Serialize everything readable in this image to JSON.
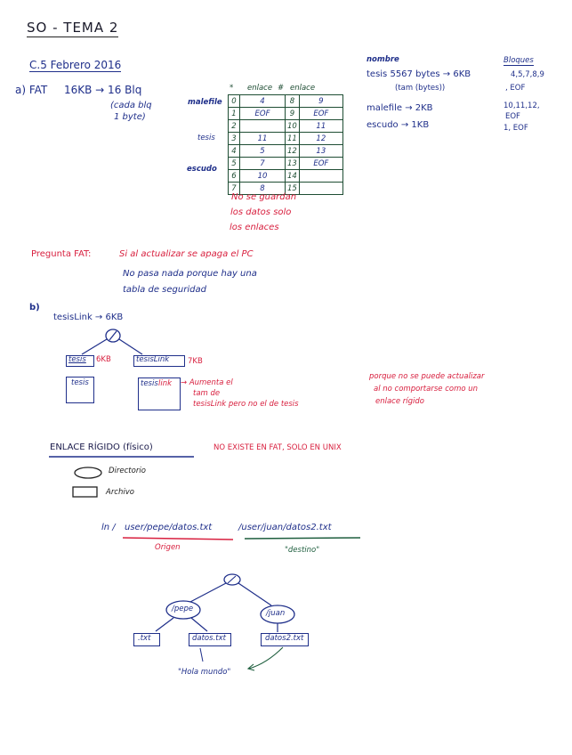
{
  "header": {
    "title": "SO - TEMA 2"
  },
  "exam": {
    "date_heading": "C.5 Febrero 2016"
  },
  "part_a": {
    "label": "a) FAT",
    "fat_size": "16KB → 16 Blq",
    "note_line1": "(cada blq",
    "note_line2": "1 byte)",
    "table": {
      "headers": [
        "*",
        "enlace",
        "#",
        "enlace"
      ],
      "rows": [
        {
          "i": "0",
          "v": "4",
          "j": "8",
          "w": "9"
        },
        {
          "i": "1",
          "v": "EOF",
          "j": "9",
          "w": "EOF"
        },
        {
          "i": "2",
          "v": "",
          "j": "10",
          "w": "11"
        },
        {
          "i": "3",
          "v": "11",
          "j": "11",
          "w": "12"
        },
        {
          "i": "4",
          "v": "5",
          "j": "12",
          "w": "13"
        },
        {
          "i": "5",
          "v": "7",
          "j": "13",
          "w": "EOF"
        },
        {
          "i": "6",
          "v": "10",
          "j": "14",
          "w": ""
        },
        {
          "i": "7",
          "v": "8",
          "j": "15",
          "w": ""
        }
      ],
      "row_labels": {
        "malefile": "malefile",
        "tesis": "tesis",
        "escudo": "escudo"
      }
    },
    "red_note": [
      "No se guardan",
      "los datos solo",
      "los enlaces"
    ],
    "files": {
      "header_name": "nombre",
      "header_blocks": "Bloques",
      "items": [
        {
          "name": "tesis 5567 bytes → 6KB",
          "sub": "(tam (bytes))",
          "blocks": "4,5,7,8,9",
          "blocks2": ", EOF"
        },
        {
          "name": "malefile → 2KB",
          "blocks": "10,11,12,",
          "blocks2": "EOF"
        },
        {
          "name": "escudo → 1KB",
          "blocks": "1, EOF"
        }
      ]
    }
  },
  "question": {
    "label": "Pregunta FAT:",
    "text": "Si al actualizar se apaga el PC",
    "answer_line1": "No pasa nada porque hay una",
    "answer_line2": "tabla de seguridad"
  },
  "part_b": {
    "label": "b)",
    "link_line": "tesisLink → 6KB",
    "root": "/",
    "node_left": "tesis",
    "node_left_size": "6KB",
    "node_right": "tesisLink",
    "node_right_size": "7KB",
    "box_left": "tesis",
    "box_right_a": "tesis",
    "box_right_b": "link",
    "arrow_note": [
      "→ Aumenta el",
      "tam de",
      "tesisLink pero no el de tesis"
    ],
    "red_side_note": [
      "porque no se puede actualizar",
      "al no comportarse como un",
      "enlace rígido"
    ]
  },
  "hard_link": {
    "heading": "ENLACE RÍGIDO (físico)",
    "red_note": "NO EXISTE EN FAT, SOLO EN UNIX",
    "legend_dir": "Directorio",
    "legend_file": "Archivo",
    "command_prefix": "ln /",
    "command_src": "user/pepe/datos.txt",
    "command_dst": "/user/juan/datos2.txt",
    "label_origin": "Origen",
    "label_dest": "\"destino\"",
    "tree": {
      "root": "/",
      "pepe": "/pepe",
      "juan": "/juan",
      "txt": ".txt",
      "datos": "datos.txt",
      "datos2": "datos2.txt",
      "content": "\"Hola mundo\""
    }
  },
  "colors": {
    "blue_ink": "#1f2f8a",
    "red_ink": "#d8203f",
    "green_ink": "#1e5e3e"
  }
}
